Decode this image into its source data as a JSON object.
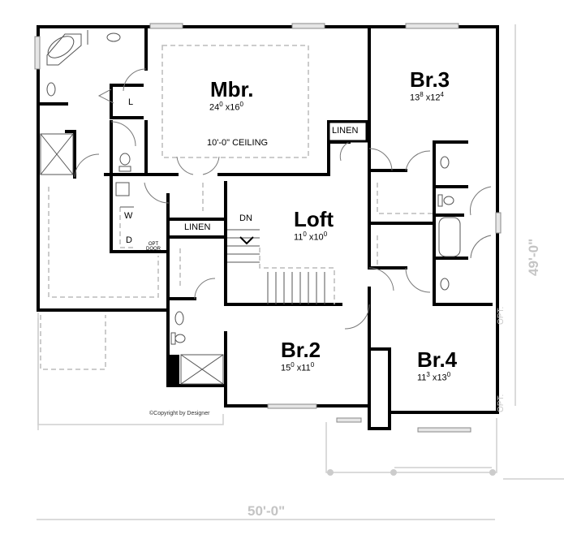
{
  "plan": {
    "rooms": {
      "mbr": {
        "name": "Mbr.",
        "w": "24",
        "w_in": "0",
        "d": "16",
        "d_in": "0",
        "note": "10'-0\" CEILING"
      },
      "br3": {
        "name": "Br.3",
        "w": "13",
        "w_in": "8",
        "d": "12",
        "d_in": "4"
      },
      "loft": {
        "name": "Loft",
        "w": "11",
        "w_in": "0",
        "d": "10",
        "d_in": "0"
      },
      "br2": {
        "name": "Br.2",
        "w": "15",
        "w_in": "0",
        "d": "11",
        "d_in": "0"
      },
      "br4": {
        "name": "Br.4",
        "w": "11",
        "w_in": "3",
        "d": "13",
        "d_in": "0"
      }
    },
    "labels": {
      "linen_top": "LINEN",
      "linen_mid": "LINEN",
      "stair": "DN",
      "washer": "W",
      "dryer": "D",
      "closet_l": "L",
      "opt_door_1": "OPT",
      "opt_door_2": "DOOR",
      "opt_1": "OPT.",
      "opt_2": "OPT.",
      "copyright": "©Copyright by Designer"
    },
    "dimensions": {
      "width": "50'-0\"",
      "depth": "49'-0\""
    },
    "colors": {
      "wall": "#000000",
      "dashed": "#bbbbbb",
      "dimension_text": "#c4c4c4"
    }
  }
}
